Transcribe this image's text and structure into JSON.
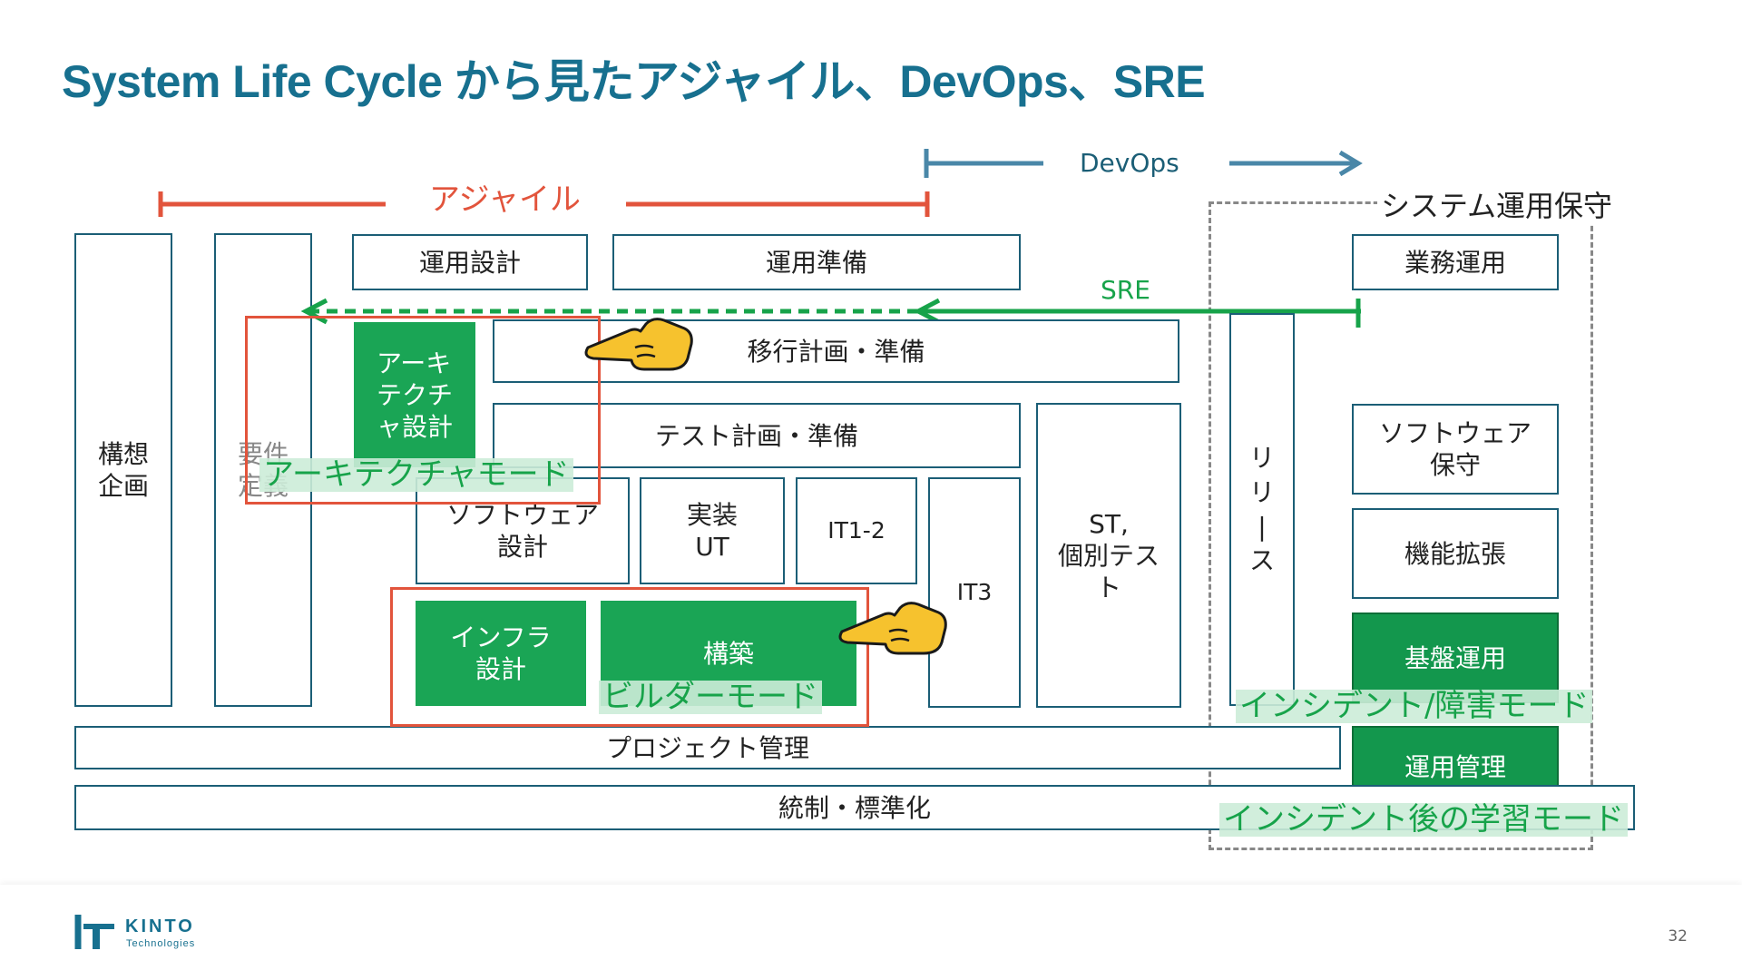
{
  "title": "System Life Cycle から見たアジャイル、DevOps、SRE",
  "labels": {
    "agile": "アジャイル",
    "devops": "DevOps",
    "sre": "SRE",
    "ops_maintenance": "システム運用保守"
  },
  "boxes": {
    "kousou": "構想\n企画",
    "youken": "要件\n定義",
    "unyou_sekkei": "運用設計",
    "unyou_junbi": "運用準備",
    "arch_design": "アーキ\nテクチ\nャ設計",
    "ikou": "移行計画・準備",
    "test_plan": "テスト計画・準備",
    "soft_design": "ソフトウェア\n設計",
    "jissou": "実装\nUT",
    "it12": "IT1-2",
    "it3": "IT3",
    "st": "ST,\n個別テス\nト",
    "release": "リ\nリ\n|\nス",
    "infra_design": "インフラ\n設計",
    "kouchiku": "構築",
    "gyoumu": "業務運用",
    "soft_hoshu": "ソフトウェア\n保守",
    "kinou": "機能拡張",
    "kiban": "基盤運用",
    "unyou_kanri": "運用管理",
    "pm": "プロジェクト管理",
    "tousei": "統制・標準化"
  },
  "modes": {
    "architecture": "アーキテクチャモード",
    "builder": "ビルダーモード",
    "incident": "インシデント/障害モード",
    "post_incident": "インシデント後の学習モード"
  },
  "footer": {
    "logo_main": "KINTO",
    "logo_sub": "Technologies",
    "page_number": "32"
  },
  "colors": {
    "title": "#17708f",
    "box_border": "#1b5e76",
    "green": "#1aa555",
    "red": "#e2543c",
    "devops_blue": "#4a87a8",
    "sre_green": "#17a34a"
  },
  "icons": [
    "pointing-hand-icon",
    "pointing-hand-icon"
  ]
}
